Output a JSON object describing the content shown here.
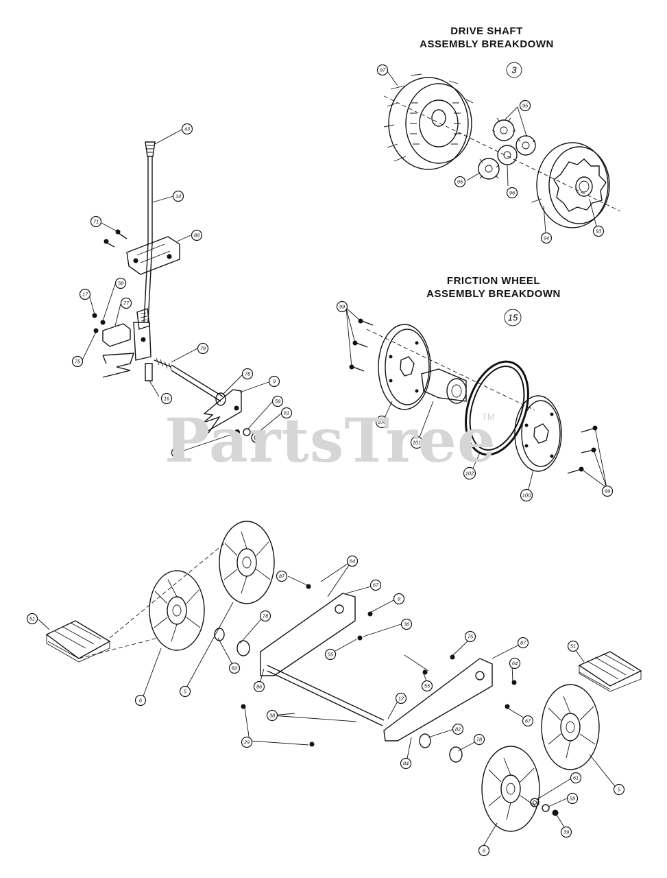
{
  "headings": {
    "drive_shaft": {
      "line1": "DRIVE SHAFT",
      "line2": "ASSEMBLY BREAKDOWN",
      "ref": "3"
    },
    "friction_wheel": {
      "line1": "FRICTION WHEEL",
      "line2": "ASSEMBLY BREAKDOWN",
      "ref": "15"
    }
  },
  "watermark": {
    "text": "PartsTree",
    "tm": "TM"
  },
  "callouts": [
    {
      "id": "c-43",
      "label": "43"
    },
    {
      "id": "c-14",
      "label": "14"
    },
    {
      "id": "c-71",
      "label": "71"
    },
    {
      "id": "c-88",
      "label": "88"
    },
    {
      "id": "c-17",
      "label": "17"
    },
    {
      "id": "c-58a",
      "label": "58"
    },
    {
      "id": "c-77",
      "label": "77"
    },
    {
      "id": "c-75",
      "label": "75"
    },
    {
      "id": "c-79",
      "label": "79"
    },
    {
      "id": "c-16",
      "label": "16"
    },
    {
      "id": "c-78a",
      "label": "78"
    },
    {
      "id": "c-9a",
      "label": "9"
    },
    {
      "id": "c-59a",
      "label": "59"
    },
    {
      "id": "c-61a",
      "label": "61"
    },
    {
      "id": "c-39a",
      "label": "39"
    },
    {
      "id": "c-97",
      "label": "97"
    },
    {
      "id": "c-95a",
      "label": "95"
    },
    {
      "id": "c-95b",
      "label": "95"
    },
    {
      "id": "c-96",
      "label": "96"
    },
    {
      "id": "c-94",
      "label": "94"
    },
    {
      "id": "c-93",
      "label": "93"
    },
    {
      "id": "c-99a",
      "label": "99"
    },
    {
      "id": "c-100a",
      "label": "100"
    },
    {
      "id": "c-101",
      "label": "101"
    },
    {
      "id": "c-102",
      "label": "102"
    },
    {
      "id": "c-100b",
      "label": "100"
    },
    {
      "id": "c-99b",
      "label": "99"
    },
    {
      "id": "c-51a",
      "label": "51"
    },
    {
      "id": "c-6a",
      "label": "6"
    },
    {
      "id": "c-5a",
      "label": "5"
    },
    {
      "id": "c-87a",
      "label": "87"
    },
    {
      "id": "c-64a",
      "label": "64"
    },
    {
      "id": "c-67a",
      "label": "67"
    },
    {
      "id": "c-9b",
      "label": "9"
    },
    {
      "id": "c-36",
      "label": "36"
    },
    {
      "id": "c-78b",
      "label": "78"
    },
    {
      "id": "c-55a",
      "label": "55"
    },
    {
      "id": "c-82a",
      "label": "82"
    },
    {
      "id": "c-86",
      "label": "86"
    },
    {
      "id": "c-38",
      "label": "38"
    },
    {
      "id": "c-29",
      "label": "29"
    },
    {
      "id": "c-75b",
      "label": "75"
    },
    {
      "id": "c-55b",
      "label": "55"
    },
    {
      "id": "c-87b",
      "label": "87"
    },
    {
      "id": "c-64b",
      "label": "64"
    },
    {
      "id": "c-67b",
      "label": "67"
    },
    {
      "id": "c-12",
      "label": "12"
    },
    {
      "id": "c-84",
      "label": "84"
    },
    {
      "id": "c-82b",
      "label": "82"
    },
    {
      "id": "c-78c",
      "label": "78"
    },
    {
      "id": "c-51b",
      "label": "51"
    },
    {
      "id": "c-5b",
      "label": "5"
    },
    {
      "id": "c-61b",
      "label": "61"
    },
    {
      "id": "c-59b",
      "label": "59"
    },
    {
      "id": "c-39b",
      "label": "39"
    },
    {
      "id": "c-6b",
      "label": "6"
    }
  ]
}
